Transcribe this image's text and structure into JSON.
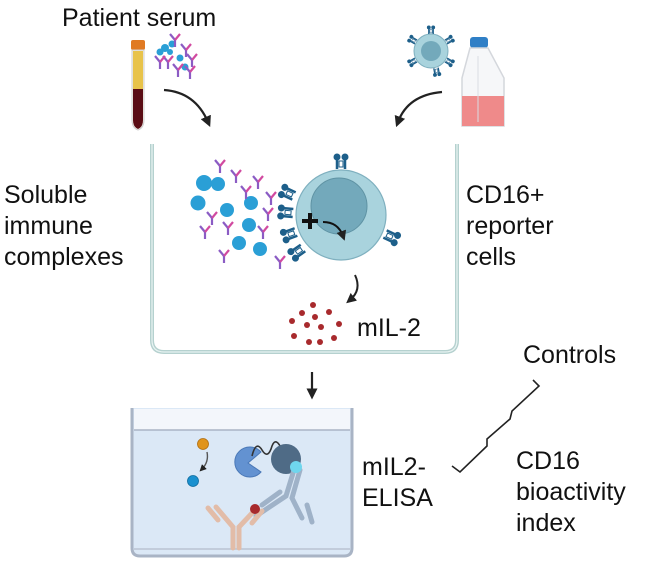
{
  "labels": {
    "patient_serum": "Patient serum",
    "soluble_line1": "Soluble",
    "soluble_line2": "immune",
    "soluble_line3": "complexes",
    "cd16_line1": "CD16+",
    "cd16_line2": "reporter",
    "cd16_line3": "cells",
    "mil2": "mIL-2",
    "elisa_line1": "mIL2-",
    "elisa_line2": "ELISA",
    "controls": "Controls",
    "bioactivity_line1": "CD16",
    "bioactivity_line2": "bioactivity",
    "bioactivity_line3": "index"
  },
  "colors": {
    "well_border": "#b5d1cf",
    "cell_outer": "#a9d3dd",
    "cell_nucleus": "#73a9bb",
    "antigen": "#2a9fd6",
    "antibody": "#8b5cc4",
    "antibody_accent": "#d14aa0",
    "receptor": "#1d5f8a",
    "mil2_dot": "#a82a2d",
    "flask_liquid": "#ef8a8a",
    "flask_cap": "#2f7fc6",
    "tube_cap": "#e07a23",
    "tube_serum": "#e8c34a",
    "tube_blood": "#5a0c14",
    "elisa_liquid": "#dbe8f6",
    "elisa_border": "#a9b4c5",
    "capture_antibody": "#e2bca8",
    "detection_antibody": "#9fb2c8",
    "enzyme": "#6392d1",
    "substrate_before": "#e0941c",
    "substrate_after": "#1a90cf"
  }
}
